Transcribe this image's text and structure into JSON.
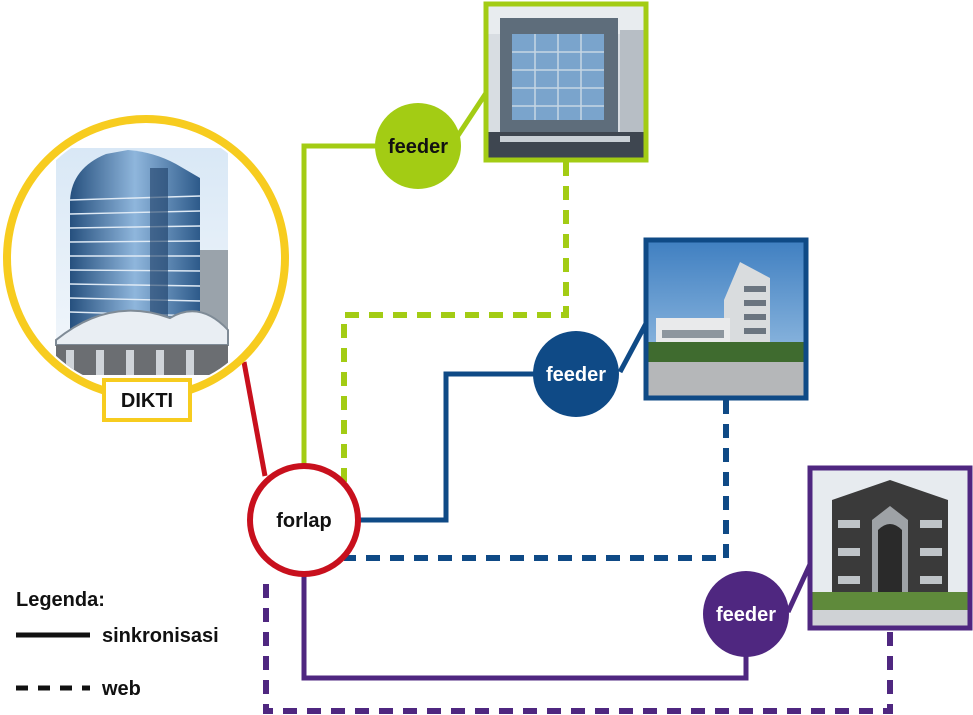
{
  "colors": {
    "dikti": "#f7cc1f",
    "forlap": "#c8101d",
    "green": "#a3cc14",
    "blue": "#0f4a86",
    "purple": "#4f2780",
    "sky": "#9cc3e6",
    "ink": "#111111"
  },
  "dikti": {
    "label": "DIKTI",
    "icon": "office-tower-photo"
  },
  "forlap": {
    "label": "forlap"
  },
  "feeders": [
    {
      "label": "feeder",
      "icon": "campus-building-photo"
    },
    {
      "label": "feeder",
      "icon": "campus-building-photo"
    },
    {
      "label": "feeder",
      "icon": "campus-building-photo"
    }
  ],
  "legend": {
    "title": "Legenda:",
    "sync_label": "sinkronisasi",
    "web_label": "web"
  }
}
